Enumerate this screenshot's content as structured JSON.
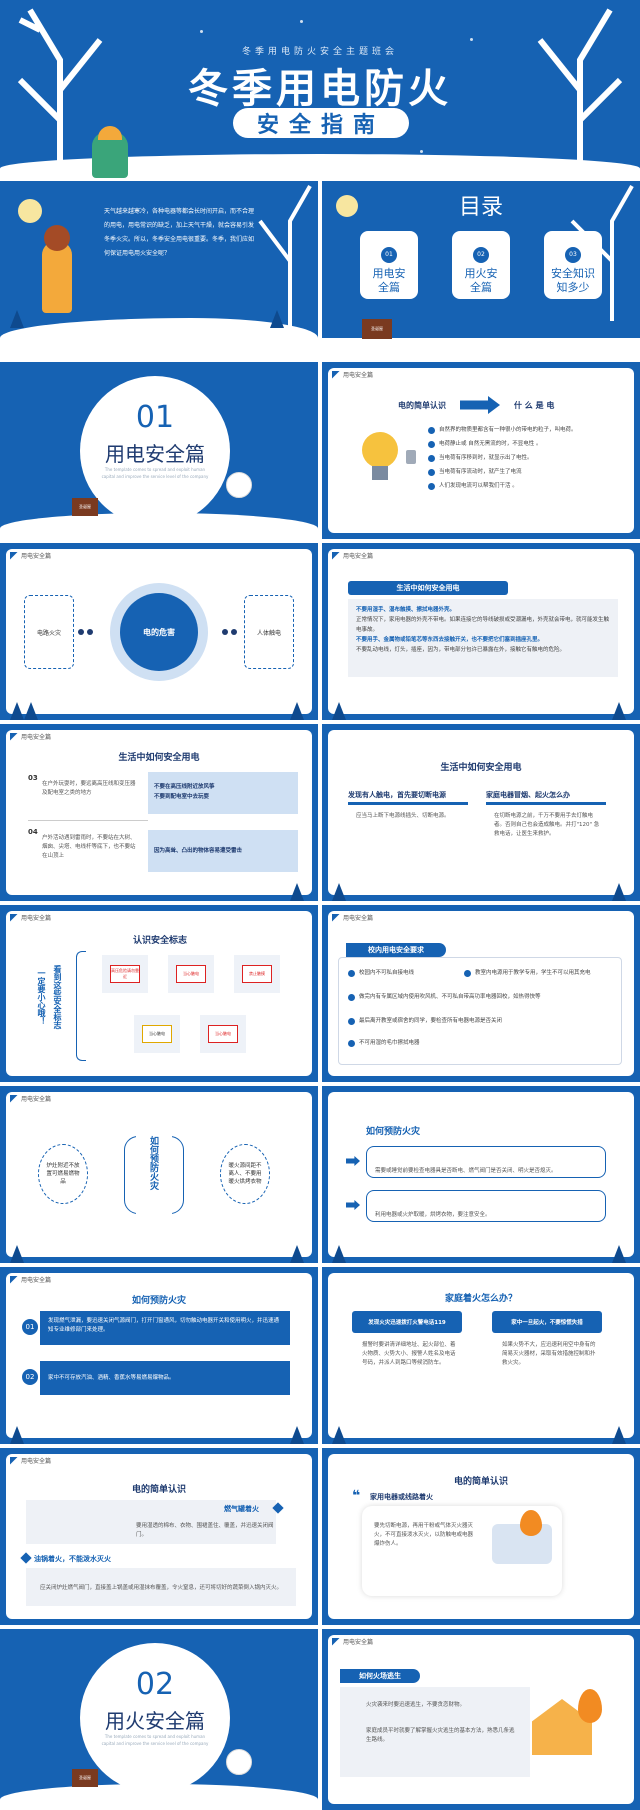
{
  "s1": {
    "subtitle": "冬季用电防火安全主题班会",
    "title": "冬季用电防火",
    "title2": "安全指南"
  },
  "s2": {
    "text": "天气越来越寒冷，各种电器等都会长时间开启，而不合理的用电，用电常识的缺乏，加上天气干燥，就会容易引发冬季火灾。所以，冬季安全用电很重要。冬季，我们应如何保证用电用火安全呢？"
  },
  "s3": {
    "title": "目录",
    "items": [
      {
        "num": "01",
        "label": "用电安全篇"
      },
      {
        "num": "02",
        "label": "用火安全篇"
      },
      {
        "num": "03",
        "label": "安全知识知多少"
      }
    ],
    "house": "圣诞屋"
  },
  "s4": {
    "num": "01",
    "title": "用电安全篇",
    "desc": "The template comes to spread and exploit human capital and improve the service level of the company",
    "house": "圣诞屋"
  },
  "s5": {
    "label": "用电安全篇",
    "left": "电的简单认识",
    "right": "什 么 是 电",
    "items": [
      "自然界的物质里都含有一种很小的带电的粒子，叫电荷。",
      "电荷静止或 自然无黑流的时，不显电性 。",
      "当电荷有序移到时，就显示出了电性。",
      "当电荷有序流动时，就产生了电流",
      "人们发现电流可以帮我们干活 。"
    ]
  },
  "s6": {
    "label": "用电安全篇",
    "center": "电的危害",
    "left": "电路火灾",
    "right": "人体触电"
  },
  "s7": {
    "label": "用电安全篇",
    "bar": "生活中如何安全用电",
    "l1": "不要用湿手、湿布触摸、擦拭电器外壳。",
    "p1": "正常情况下，家用电器的外壳不带电。如果连接它的导线破损或受潮漏电，外壳就会带电，就可能发生触电事故。",
    "l2": "不要用手、金属物或铅笔芯等东西去接触开关，也不要把它们塞到插座孔里。",
    "p2": "不要乱动电线，灯头，插座，因为，带电部分包许已暴露在外，接触它有触电的危险。"
  },
  "s8": {
    "label": "用电安全篇",
    "title": "生活中如何安全用电",
    "n3": "03",
    "t3": "在户外玩耍时，要远离高压线和变压器及配电室之类的地方",
    "b3a": "不要在高压线附近放风筝",
    "b3b": "不要到配电室中去玩耍",
    "n4": "04",
    "t4": "户外活动遇到雷雨时，不要站在大树、烟囱、尖塔、电线杆等底下，也不要站在山顶上",
    "b4": "因为高耸、凸出的物体容易遭受雷击"
  },
  "s9": {
    "title": "生活中如何安全用电",
    "h1": "发现有人触电，首先要切断电源",
    "p1": "应当马上断下电源线插头、切断电源。",
    "h2": "家庭电器冒烟、起火怎么办",
    "p2": "在切断电源之前，千万不要用手去灯触电者。否则自己也会造成触电。并打\"120\" 急救电话，让医生来救护。"
  },
  "s10": {
    "label": "用电安全篇",
    "title": "认识安全标志",
    "side1": "看到这些安全标志",
    "side2": "一定要小心哦！",
    "signs": [
      "高压危险请勿靠近",
      "当心触电",
      "禁止触摸",
      "当心触电",
      "当心触电"
    ]
  },
  "s11": {
    "label": "用电安全篇",
    "bar": "校内用电安全要求",
    "items": [
      "校园内不可私自接电线",
      "教室内电源用于教学专用，学生不可以用其充电",
      "做完内有专属区域内使用吹风机、不可私自带高功率电器回校，如热得快等",
      "最后离开教室或宿舍的同学，要检查所有电器电源是否关闭",
      "不可用湿的毛巾擦拭电器"
    ]
  },
  "s12": {
    "label": "用电安全篇",
    "center": "如何预防火灾",
    "left": "炉灶附近不放置可燃易燃物品",
    "right": "暖火源间距不离人、不要用暖火烘烤衣物"
  },
  "s13": {
    "title": "如何预防火灾",
    "p1": "需要或睡觉前要检查电器具是否断电、燃气阀门是否关闭、明火是否熄灭。",
    "p2": "利用电器或火炉取暖，烘烤衣物，要注意安全。"
  },
  "s14": {
    "label": "用电安全篇",
    "title": "如何预防火灾",
    "n1": "01",
    "p1": "发现燃气泄漏，要迅速关闭气源阀门，打开门窗通风，切勿触动电器开关和使用明火，并迅速通知专业维修部门来处理。",
    "n2": "02",
    "p2": "家中不可存放汽油、酒精、香蕉水等易燃易爆物品。"
  },
  "s15": {
    "title": "家庭着火怎么办？",
    "h1": "发现火灾迅速拨打火警电话119",
    "p1": "报警时要讲清详细地址、起火部位、着火物质、火势大小、报警人姓名及电话号码，并派人到路口等候消防车。",
    "h2": "家中一旦起火，不要惊慌失措",
    "p2": "如果火势不大，应迅速利用空中身有的简易灭火器材，采取有效措施控制和扑救火灾。"
  },
  "s16": {
    "label": "用电安全篇",
    "title": "电的简单认识",
    "h1": "燃气罐着火",
    "p1": "要用湿透的棉布、衣物、围裙盖住、覆盖，并迅速关闭阀门。",
    "h2": "油锅着火，不能泼水灭火",
    "p2": "应关闭炉灶燃气阀门，直接盖上锅盖或用湿抹布覆盖，令火窒息，还可将切好的蔬菜倒入锅内灭火。"
  },
  "s17": {
    "title": "电的简单认识",
    "h": "家用电器或线路着火",
    "p": "要先切断电源，再用干粉或气体灭火器灭火，不可直接泼水灭火，以防触电或电器爆炸伤人。"
  },
  "s18": {
    "num": "02",
    "title": "用火安全篇",
    "desc": "The template comes to spread and exploit human capital and improve the service level of the company",
    "house": "圣诞屋"
  },
  "s19": {
    "label": "用电安全篇",
    "bar": "如何火场逃生",
    "p1": "火灾袭来时要迅速逃生，不要贪恋财物。",
    "p2": "家庭成员平时就要了解掌握火灾逃生的基本方法，熟悉几条逃生路线。"
  }
}
